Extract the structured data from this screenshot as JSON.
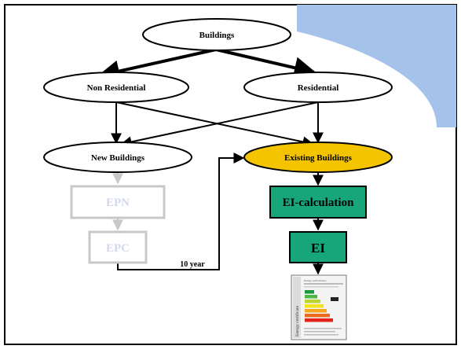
{
  "nodes": {
    "buildings": "Buildings",
    "non_residential": "Non Residential",
    "residential": "Residential",
    "new_buildings": "New Buildings",
    "existing_buildings": "Existing Buildings",
    "epn": "EPN",
    "epc": "EPC",
    "ei_calculation": "EI-calculation",
    "ei": "EI"
  },
  "edge_labels": {
    "ten_year": "10 year"
  },
  "certificate": {
    "side_title": "Energy certificate",
    "header_text": "Energy performance",
    "rating_colors": [
      "#1a9a3a",
      "#4db848",
      "#b9d531",
      "#f2e41c",
      "#f7a71b",
      "#ed6a1f",
      "#e2231a"
    ]
  },
  "colors": {
    "background": "#ffffff",
    "blue_shape": "#a4c2ea",
    "existing_fill": "#f5c400",
    "box_fill": "#17a679",
    "faded": "#c8c8c8",
    "faded_text": "#d3d7ec",
    "line": "#000000"
  }
}
